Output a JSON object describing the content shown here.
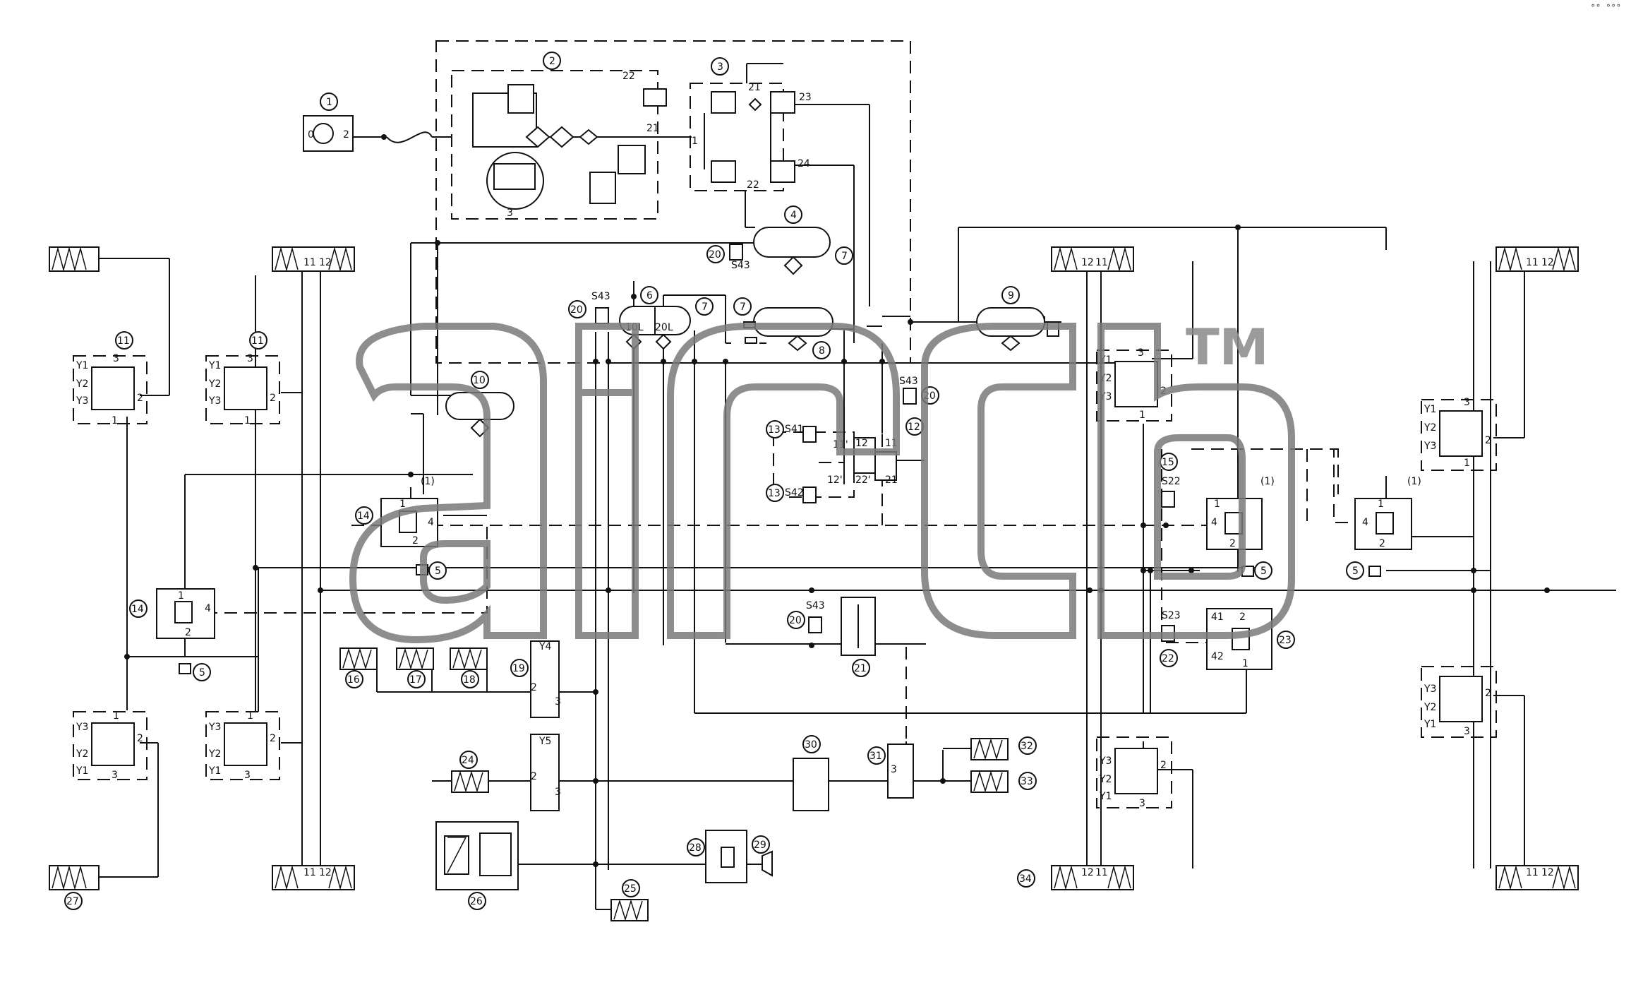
{
  "corner_text": "°° °°°",
  "watermark": {
    "trademark": "TM"
  },
  "components": {
    "n1": "1",
    "n2": "2",
    "n3": "3",
    "n4": "4",
    "n5": "5",
    "n6": "6",
    "n7": "7",
    "n8": "8",
    "n9": "9",
    "n10": "10",
    "n11": "11",
    "n12": "12",
    "n13": "13",
    "n14": "14",
    "n15": "15",
    "n16": "16",
    "n17": "17",
    "n18": "18",
    "n19": "19",
    "n20": "20",
    "n21": "21",
    "n22": "22",
    "n23": "23",
    "n24": "24",
    "n25": "25",
    "n26": "26",
    "n27": "27",
    "n28": "28",
    "n29": "29",
    "n30": "30",
    "n31": "31",
    "n32": "32",
    "n33": "33",
    "n34": "34"
  },
  "labels": {
    "s41": "S41",
    "s42": "S42",
    "s43": "S43",
    "s22": "S22",
    "s23": "S23",
    "y1": "Y1",
    "y2": "Y2",
    "y3": "Y3",
    "y4": "Y4",
    "y5": "Y5",
    "p0": "0",
    "p1": "1",
    "p2": "2",
    "p3": "3",
    "p4": "4",
    "p11": "11",
    "p12": "12",
    "p21": "21",
    "p22": "22",
    "p23": "23",
    "p24": "24",
    "p41": "41",
    "p42": "42",
    "p11a": "11'",
    "p12a": "12'",
    "p22a": "22'",
    "tank10": "10L",
    "tank20": "20L",
    "c1": "(1)"
  }
}
